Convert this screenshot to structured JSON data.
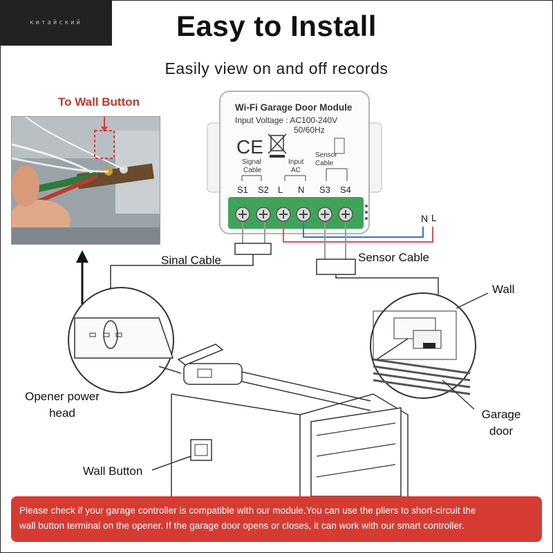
{
  "watermark": "китайский",
  "title": "Easy to Install",
  "subtitle": "Easily view on and off records",
  "photo_caption": "To Wall Button",
  "module": {
    "name": "Wi-Fi Garage Door Module",
    "input_voltage": "Input Voltage : AC100-240V",
    "frequency": "50/60Hz",
    "ce_mark": "CE",
    "group_labels": {
      "signal": [
        "Signal",
        "Cable"
      ],
      "input": [
        "Input",
        "AC"
      ],
      "sensor": [
        "Sensor",
        "Cable"
      ]
    },
    "terminals": [
      "S1",
      "S2",
      "L",
      "N",
      "S3",
      "S4"
    ]
  },
  "power_labels": {
    "n": "N",
    "l": "L"
  },
  "labels": {
    "signal_cable": "Sinal Cable",
    "sensor_cable": "Sensor Cable",
    "wall": "Wall",
    "opener_head_line1": "Opener power",
    "opener_head_line2": "head",
    "garage_door_line1": "Garage",
    "garage_door_line2": "door",
    "wall_button": "Wall Button"
  },
  "notice": {
    "line1": "Please check if your garage controller is compatible with our module.You can use the pliers to short-circuit the",
    "line2": "wall button terminal on the opener. If the garage door opens or closes, it can work with our smart controller."
  },
  "colors": {
    "caption_red": "#c0392b",
    "notice_bg": "#d63b33",
    "terminal_green": "#2e8b57",
    "wire_red": "#d9534f",
    "wire_blue": "#3b6fd1"
  }
}
